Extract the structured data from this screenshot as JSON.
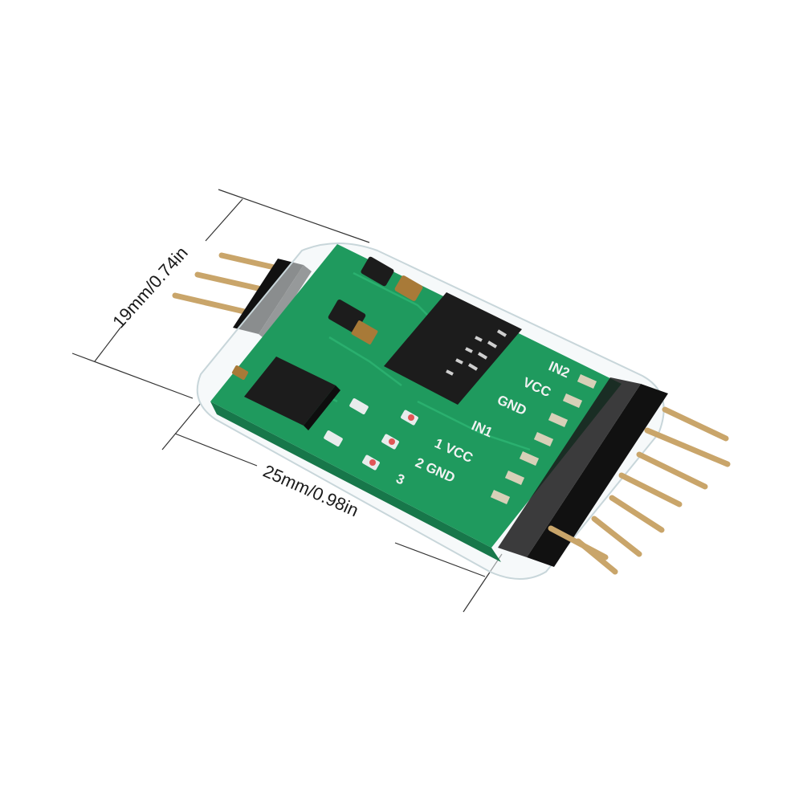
{
  "dimensions": {
    "height_label": "19mm/0.74in",
    "width_label": "25mm/0.98in"
  },
  "board": {
    "pin_labels": [
      "IN2",
      "VCC",
      "GND",
      "IN1",
      "1 VCC",
      "2 GND",
      "3"
    ],
    "chip_marking": "",
    "colors": {
      "pcb": "#1f9a5e",
      "pcb_dark": "#17774a",
      "chip": "#1c1c1c",
      "header": "#111111",
      "pin": "#c9a56a",
      "shell": "#e6eef0"
    }
  }
}
